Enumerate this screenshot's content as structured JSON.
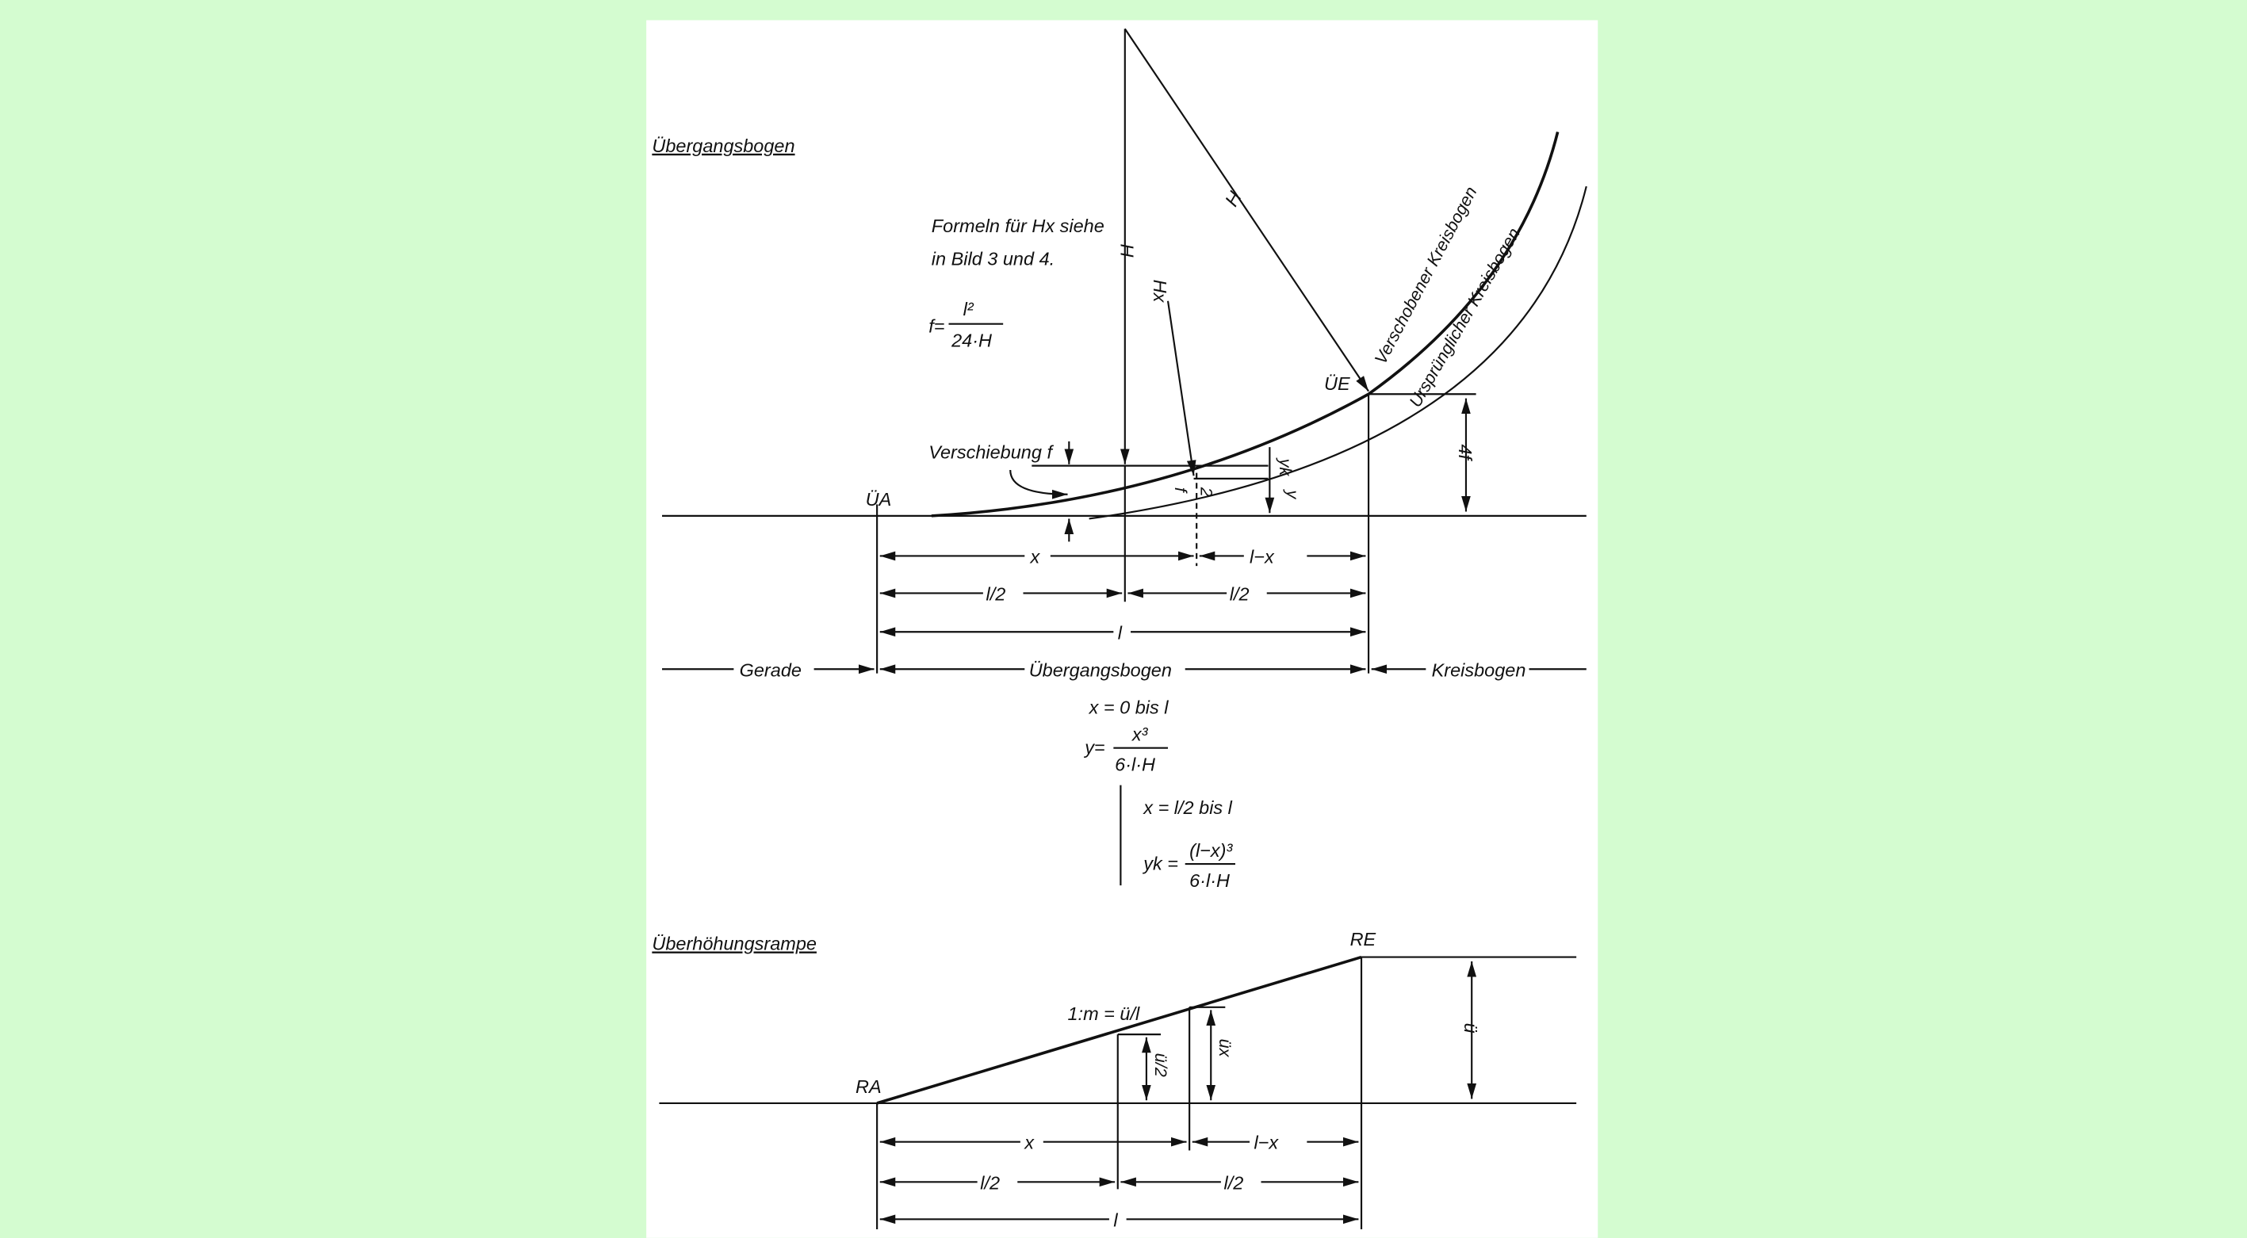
{
  "colors": {
    "background": "#d4fcd0",
    "paper": "#ffffff",
    "ink": "#111111"
  },
  "top": {
    "heading": "Übergangsbogen",
    "note_line1": "Formeln für Hx siehe",
    "note_line2": "in Bild 3 und 4.",
    "f_formula_lhs": "f=",
    "f_formula_num": "l²",
    "f_formula_den": "24·H",
    "label_H_vertical": "H",
    "label_H_diagonal": "H",
    "label_Hx": "Hx",
    "label_UE": "ÜE",
    "label_UA": "ÜA",
    "verschiebung": "Verschiebung f",
    "shifted_arc": "Verschobener Kreisbogen",
    "original_arc": "Ursprünglicher Kreisbogen",
    "label_4f": "4f",
    "label_yk": "yk",
    "label_y": "y",
    "label_f_half_num": "f",
    "label_f_half_den": "2",
    "dim_x": "x",
    "dim_l_minus_x": "l−x",
    "dim_l_half": "l/2",
    "dim_l": "l",
    "seg_gerade": "Gerade",
    "seg_uebergang": "Übergangsbogen",
    "seg_kreis": "Kreisbogen",
    "range1": "x = 0 bis l",
    "y_lhs": "y=",
    "y_num": "x³",
    "y_den": "6·l·H",
    "range2": "x = l/2 bis l",
    "yk_lhs": "yk =",
    "yk_num": "(l−x)³",
    "yk_den": "6·l·H"
  },
  "bottom": {
    "heading": "Überhöhungsrampe",
    "label_RA": "RA",
    "label_RE": "RE",
    "slope": "1:m = ü/l",
    "label_u": "ü",
    "label_u_half": "ü/2",
    "label_ux": "üx",
    "dim_x": "x",
    "dim_l_minus_x": "l−x",
    "dim_l_half": "l/2",
    "dim_l": "l"
  }
}
